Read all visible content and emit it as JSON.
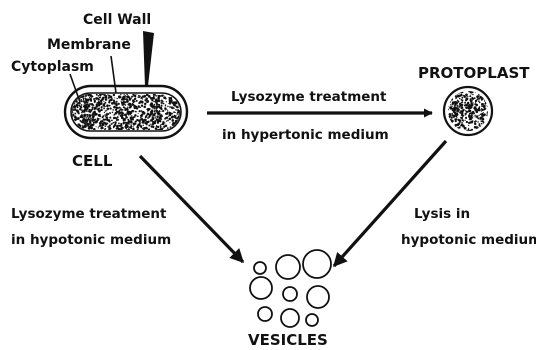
{
  "labels": {
    "cell_wall": "Cell Wall",
    "membrane": "Membrane",
    "cytoplasm": "Cytoplasm",
    "cell": "CELL",
    "protoplast": "PROTOPLAST",
    "vesicles": "VESICLES"
  },
  "transitions": {
    "cell_to_protoplast": {
      "line1": "Lysozyme treatment",
      "line2": "in hypertonic medium"
    },
    "cell_to_vesicles": {
      "line1": "Lysozyme treatment",
      "line2": "in hypotonic medium"
    },
    "protoplast_to_vesicles": {
      "line1": "Lysis in",
      "line2": "hypotonic medium"
    }
  },
  "colors": {
    "ink": "#111111",
    "background": "#ffffff"
  }
}
